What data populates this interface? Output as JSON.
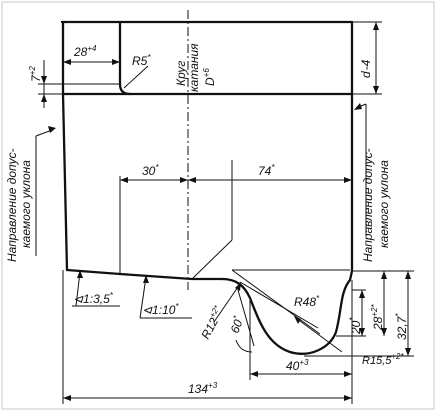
{
  "labels": {
    "dim_28": "28",
    "dim_28_tol": "+4",
    "dim_r5": "R5",
    "dim_r5_tol": "*",
    "dim_7": "7",
    "dim_7_tol": "+2",
    "dim_d4": "d",
    "dim_d4_b": "-4",
    "rod_1": "Круг",
    "rod_2": "катания",
    "rod_3": "D",
    "rod_3_tol": "+6",
    "draft_left_1": "Направление допус-",
    "draft_left_2": "каемого уклона",
    "draft_right_1": "Направление допус-",
    "draft_right_2": "каемого уклона",
    "dim_30": "30",
    "dim_30_tol": "*",
    "dim_74": "74",
    "dim_74_tol": "*",
    "slope_1": "⊲1:3,5",
    "slope_1_tol": "*",
    "slope_2": "⊲1:10",
    "slope_2_tol": "*",
    "dim_r12": "R12",
    "dim_r12_tol": "+2*",
    "dim_60": "60",
    "dim_60_tol": "*",
    "dim_r48": "R48",
    "dim_r48_tol": "*",
    "dim_20": "20",
    "dim_20_tol": "*",
    "dim_28b": "28",
    "dim_28b_tol": "+2*",
    "dim_327": "32,7",
    "dim_327_tol": "*",
    "dim_40": "40",
    "dim_40_tol": "+3",
    "dim_r155": "R15,5",
    "dim_r155_tol": "+2*",
    "dim_134": "134",
    "dim_134_tol": "+3"
  }
}
